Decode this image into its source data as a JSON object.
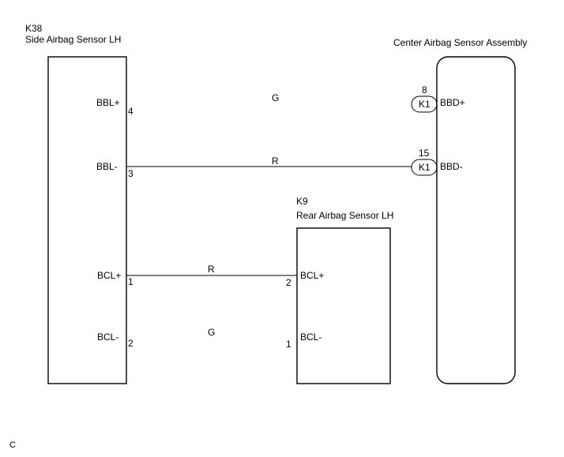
{
  "components": {
    "k38": {
      "code": "K38",
      "name": "Side Airbag Sensor LH"
    },
    "k9": {
      "code": "K9",
      "name": "Rear Airbag Sensor LH"
    },
    "center": {
      "name": "Center Airbag Sensor Assembly"
    }
  },
  "k38_terminals": [
    {
      "name": "BBL+",
      "pin": "4"
    },
    {
      "name": "BBL-",
      "pin": "3"
    },
    {
      "name": "BCL+",
      "pin": "1"
    },
    {
      "name": "BCL-",
      "pin": "2"
    }
  ],
  "k9_terminals": [
    {
      "name": "BCL+",
      "pin": "2"
    },
    {
      "name": "BCL-",
      "pin": "1"
    }
  ],
  "center_terminals": [
    {
      "name": "BBD+",
      "pin": "8",
      "connector": "K1"
    },
    {
      "name": "BBD-",
      "pin": "15",
      "connector": "K1"
    }
  ],
  "wires": [
    {
      "color": "G"
    },
    {
      "color": "R"
    },
    {
      "color": "R"
    },
    {
      "color": "G"
    }
  ],
  "footer": {
    "mark": "C"
  }
}
